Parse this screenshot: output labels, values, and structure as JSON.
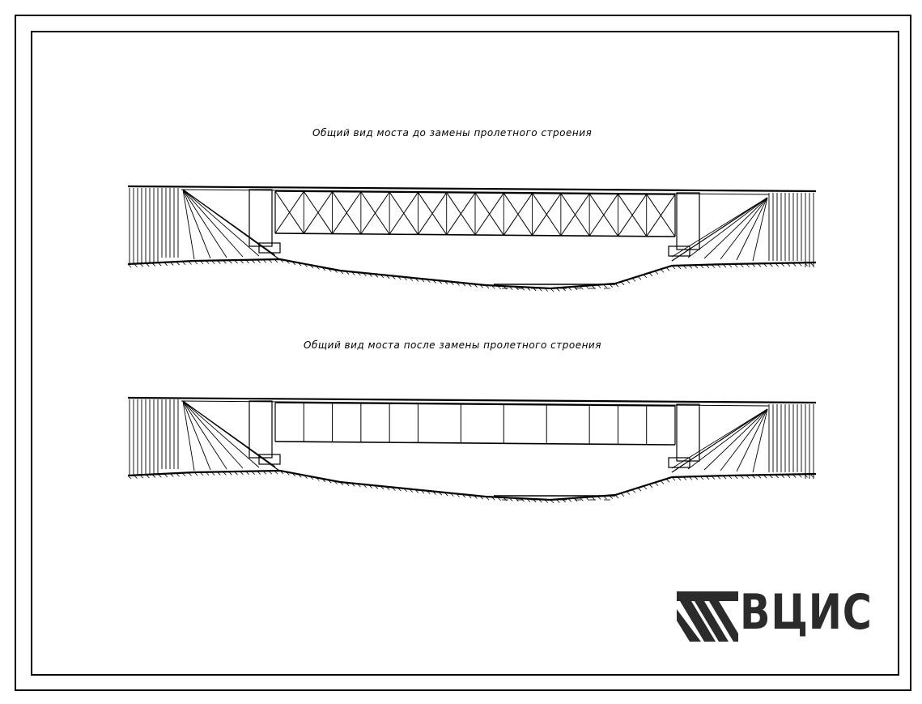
{
  "sheet": {
    "caption_before": "Общий вид моста до замены пролетного строения",
    "caption_after": "Общий вид моста после замены пролетного строения"
  },
  "stamp": {
    "logo_text": "ВЦИС",
    "logo_icon": "institute-emblem-icon",
    "color": "#2b2b2b"
  },
  "colors": {
    "line": "#000000",
    "background": "#ffffff"
  }
}
